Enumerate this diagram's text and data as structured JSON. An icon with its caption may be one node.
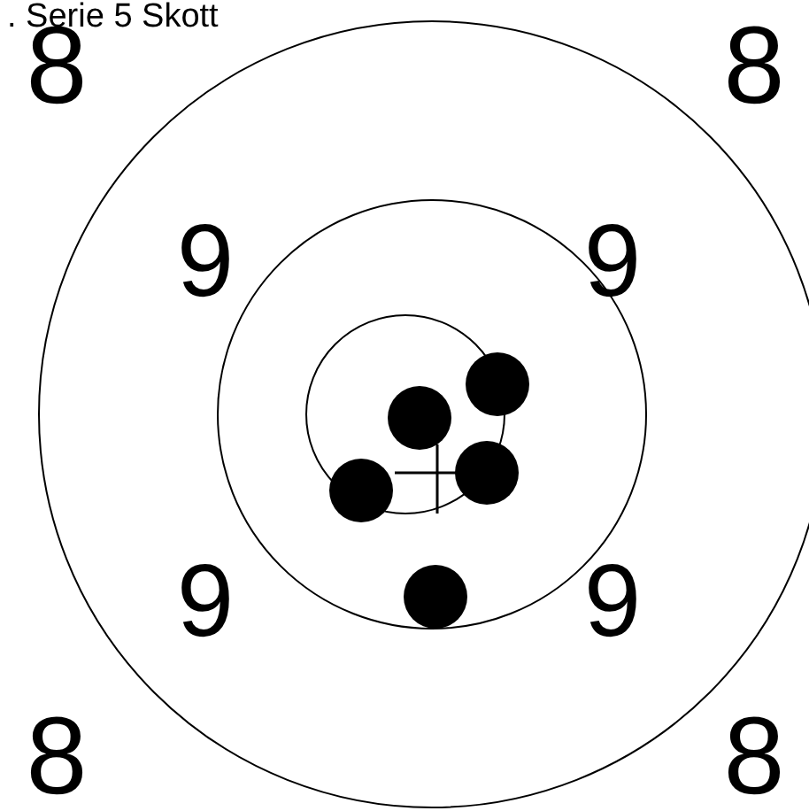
{
  "diagram": {
    "title": ". Serie 5 Skott",
    "labels": [
      "8",
      "8",
      "9",
      "9",
      "9",
      "9",
      "8",
      "8"
    ]
  }
}
